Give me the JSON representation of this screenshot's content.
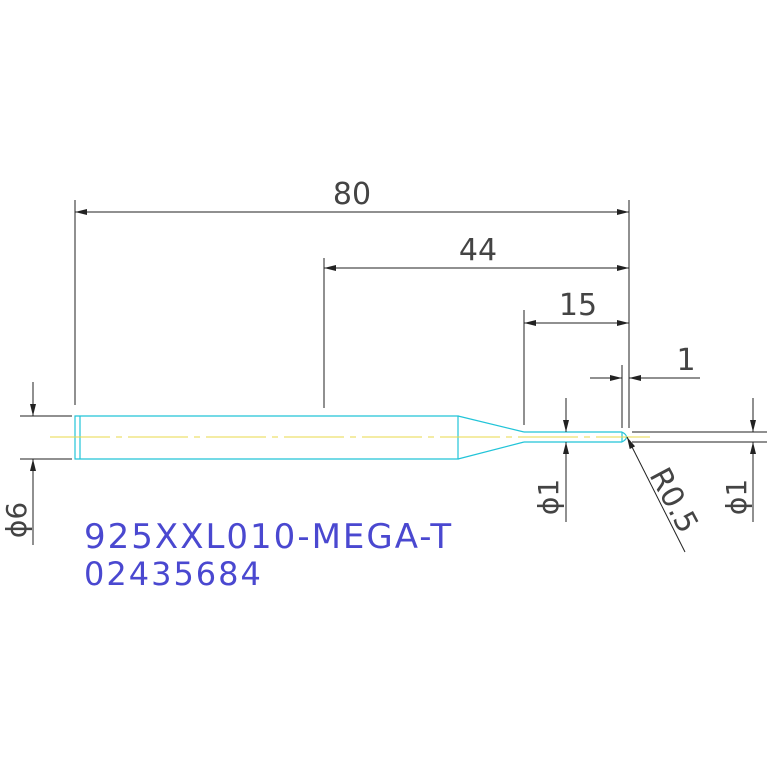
{
  "drawing": {
    "dimensions": {
      "overall_length": "80",
      "reach_length": "44",
      "neck_length": "15",
      "cutting_length": "1",
      "shank_diameter": "ϕ6",
      "neck_diameter": "ϕ1",
      "cutting_diameter": "ϕ1",
      "corner_radius": "R0.5"
    },
    "part_number": "925XXL010-MEGA-T",
    "order_code": "02435684"
  },
  "colors": {
    "tool_outline": "#22c4d8",
    "centerline": "#e8d84a",
    "dimension_line": "#222222",
    "part_text": "#4a48d0"
  }
}
